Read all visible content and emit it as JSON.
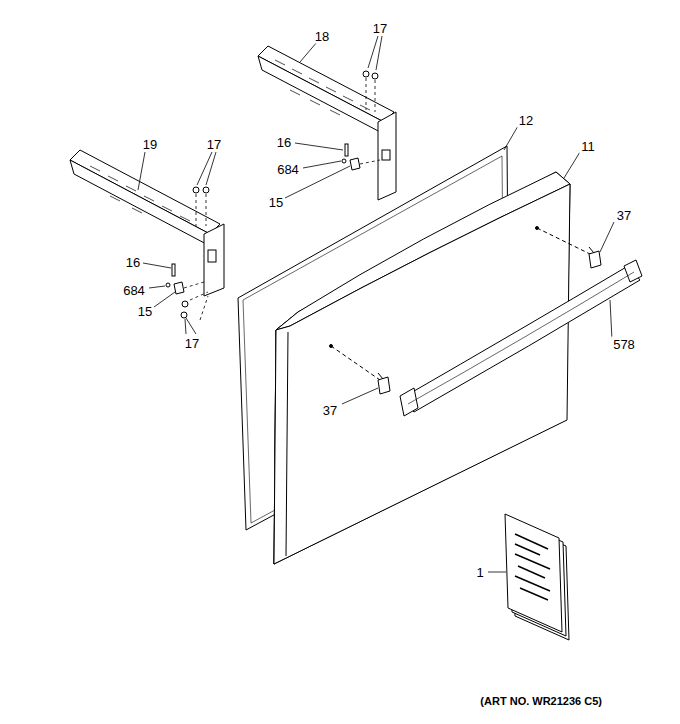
{
  "diagram": {
    "labels": [
      "18",
      "17",
      "12",
      "11",
      "19",
      "17",
      "16",
      "684",
      "15",
      "37",
      "16",
      "684",
      "15",
      "578",
      "17",
      "37",
      "1",
      "(ART NO. WR21236 C5)"
    ]
  }
}
